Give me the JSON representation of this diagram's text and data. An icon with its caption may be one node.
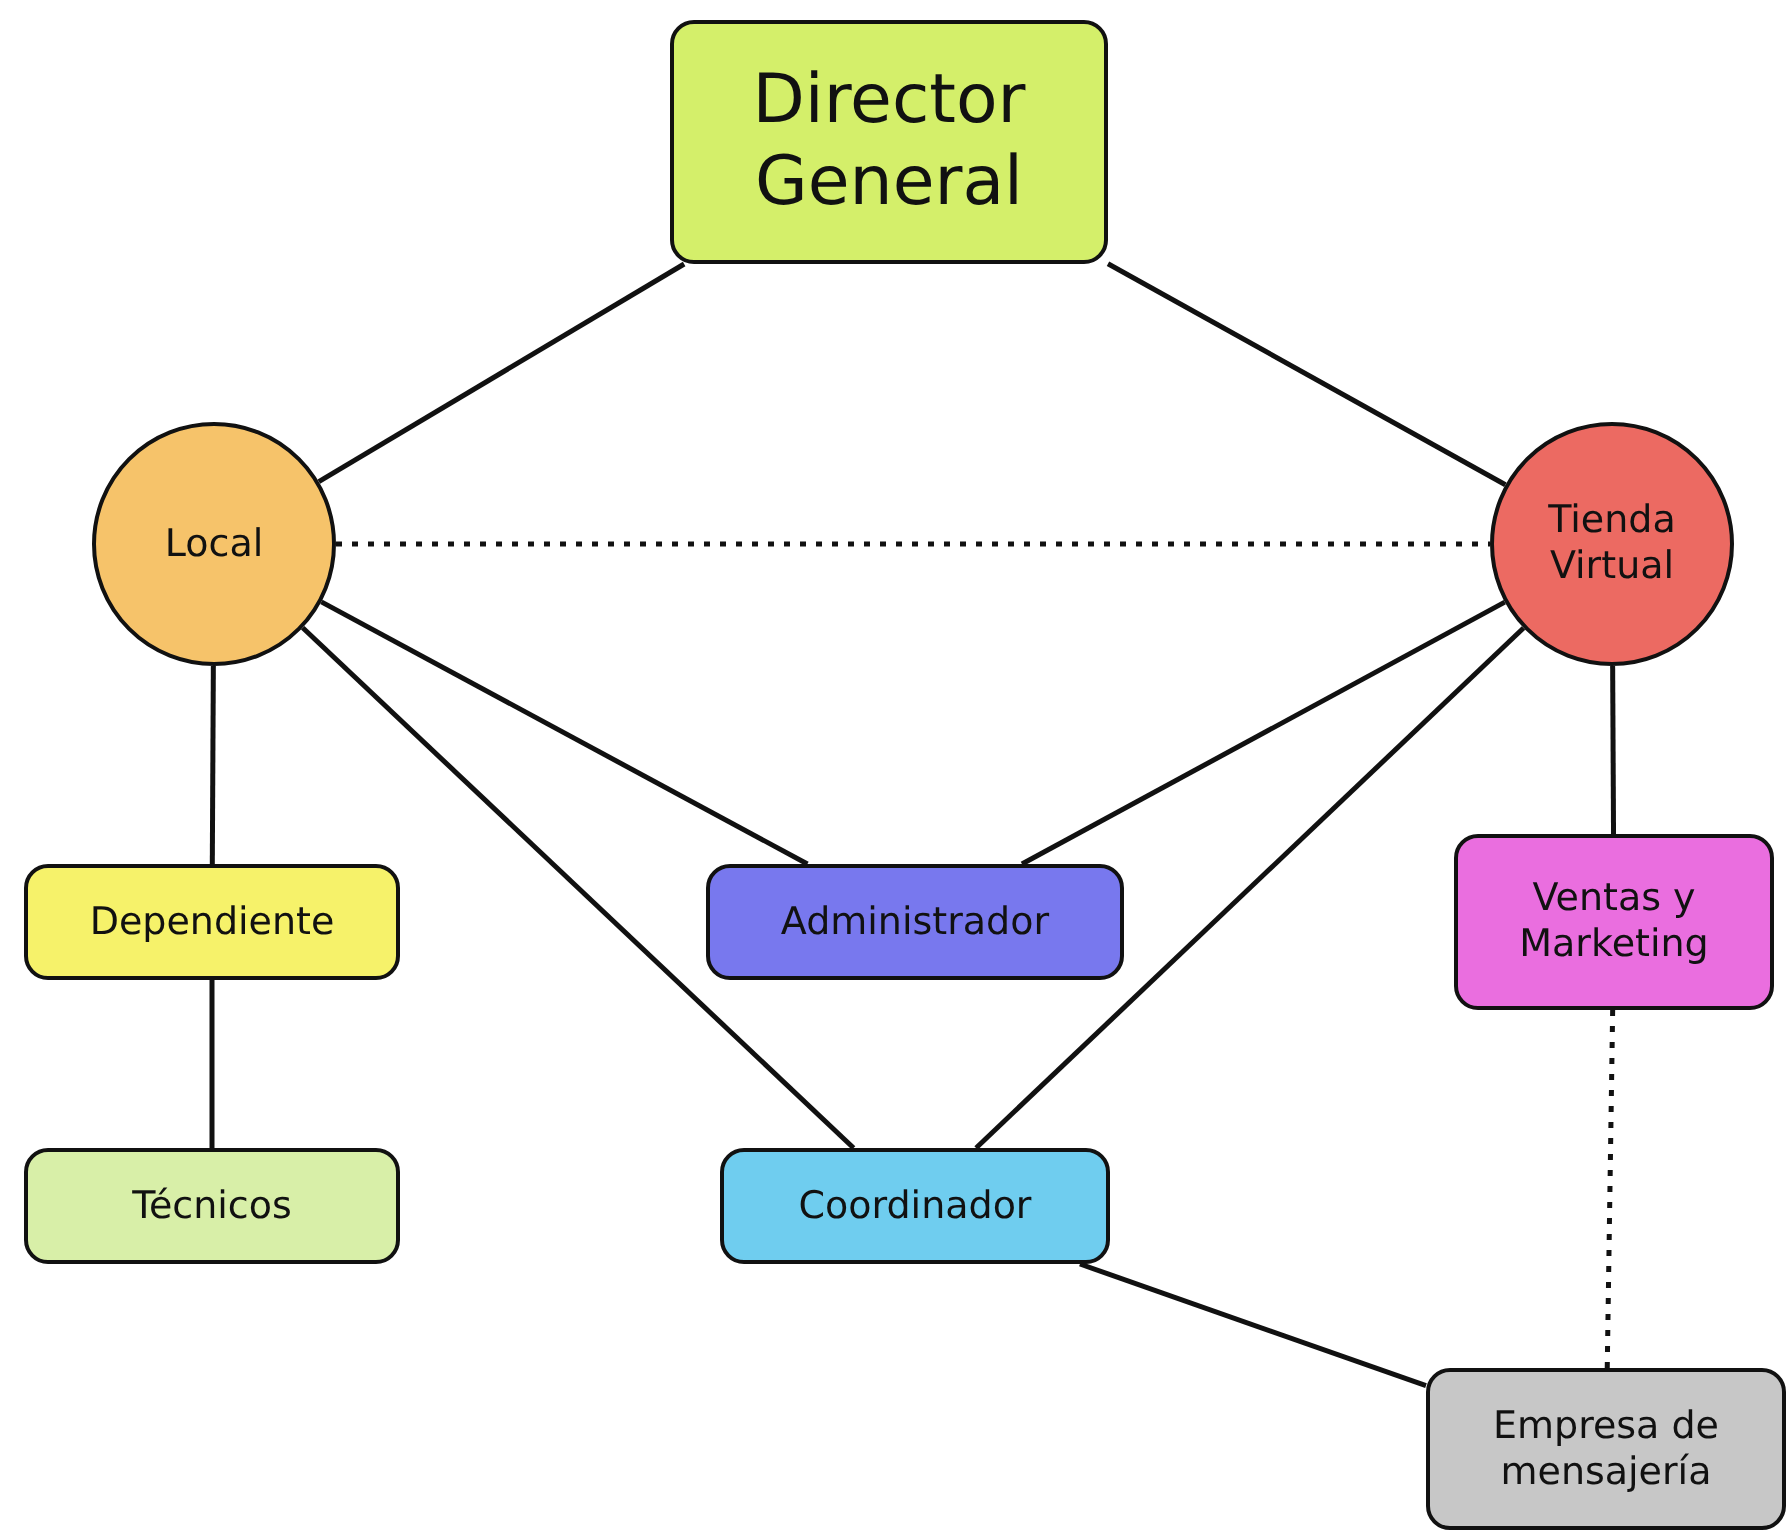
{
  "diagram": {
    "nodes": [
      {
        "text": [
          "Director General"
        ]
      },
      {
        "text": [
          "Local"
        ]
      },
      {
        "text": [
          "Tienda Virtual"
        ]
      },
      {
        "text": [
          "Dependiente"
        ]
      },
      {
        "text": [
          "Administrador"
        ]
      },
      {
        "text": [
          "Ventas y Marketing"
        ]
      },
      {
        "text": [
          "Técnicos"
        ]
      },
      {
        "text": [
          "Coordinador"
        ]
      },
      {
        "text": [
          "Empresa de mensajería"
        ]
      }
    ],
    "edges": [
      {
        "from": 0,
        "to": 1,
        "arrow": "none"
      },
      {
        "from": 0,
        "to": 2,
        "arrow": "none"
      },
      {
        "from": 1,
        "to": 2,
        "arrow": "none",
        "style": "dashed"
      },
      {
        "from": 1,
        "to": 3,
        "arrow": "none"
      },
      {
        "from": 3,
        "to": 6,
        "arrow": "none"
      },
      {
        "from": 1,
        "to": 4,
        "arrow": "none"
      },
      {
        "from": 1,
        "to": 7,
        "arrow": "none"
      },
      {
        "from": 2,
        "to": 4,
        "arrow": "none"
      },
      {
        "from": 2,
        "to": 7,
        "arrow": "none"
      },
      {
        "from": 2,
        "to": 5,
        "arrow": "none"
      },
      {
        "from": 5,
        "to": 8,
        "arrow": "none",
        "style": "dashed"
      },
      {
        "from": 7,
        "to": 8,
        "arrow": "none"
      }
    ]
  }
}
